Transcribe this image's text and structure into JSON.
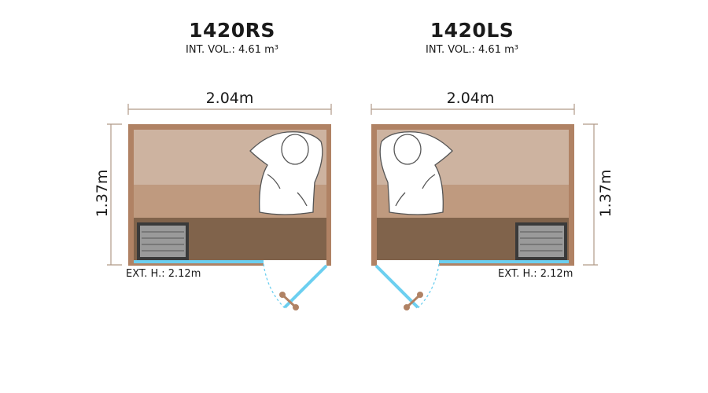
{
  "models": [
    {
      "name": "1420RS",
      "int_vol_label": "INT. VOL.: 4.61 m³",
      "width_label": "2.04m",
      "depth_label": "1.37m",
      "ext_height_label": "EXT. H.: 2.12m",
      "heater_side": "left",
      "door_side": "right"
    },
    {
      "name": "1420LS",
      "int_vol_label": "INT. VOL.: 4.61 m³",
      "width_label": "2.04m",
      "depth_label": "1.37m",
      "ext_height_label": "EXT. H.: 2.12m",
      "heater_side": "right",
      "door_side": "left"
    }
  ],
  "colors": {
    "wall": "#b08264",
    "bench_upper": "#cdb3a0",
    "bench_mid": "#bf9a7f",
    "floor": "#80634b",
    "glass": "#6ccff0",
    "dim_line": "#b09a88",
    "handle": "#b08264",
    "heater": "#6b6b6b"
  }
}
